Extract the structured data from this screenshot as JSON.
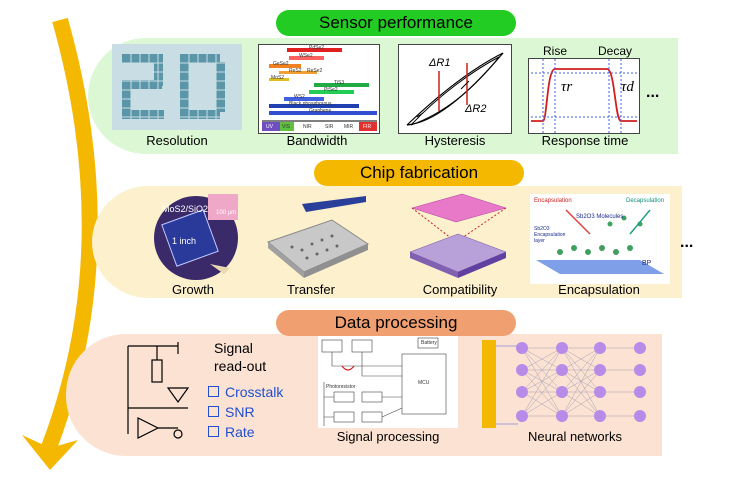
{
  "sections": {
    "sensor": {
      "title": "Sensor performance",
      "color": "#22cc22",
      "bg": "#dcf7d4",
      "items": [
        "Resolution",
        "Bandwidth",
        "Hysteresis",
        "Response time"
      ],
      "more": "...",
      "bandwidth_bands": [
        "UV",
        "VIS",
        "NIR",
        "SIR",
        "MIR",
        "FIR"
      ],
      "bandwidth_materials": [
        "PdSe2",
        "WSe2",
        "GeSe2",
        "ReS2",
        "ReSe2",
        "MoS2",
        "TiS3",
        "PtSe2",
        "WS2",
        "Black phosphorous",
        "Graphene"
      ],
      "hysteresis_labels": [
        "ΔR1",
        "ΔR2"
      ],
      "response_labels": [
        "Rise",
        "Decay",
        "τr",
        "τd"
      ]
    },
    "chip": {
      "title": "Chip fabrication",
      "color": "#f5b800",
      "bg": "#fdf0cc",
      "items": [
        "Growth",
        "Transfer",
        "Compatibility",
        "Encapsulation"
      ],
      "more": "...",
      "growth_labels": [
        "MoS2/SiO2",
        "1 inch",
        "100 μm"
      ],
      "encap_labels": [
        "Encapsulation",
        "Decapsulation",
        "Sb2O3 Molecules",
        "Sb2O3 Encapsulation layer",
        "BP"
      ]
    },
    "data": {
      "title": "Data processing",
      "color": "#f0a070",
      "bg": "#fce2d2",
      "signal_title_1": "Signal",
      "signal_title_2": "read-out",
      "checklist": [
        "Crosstalk",
        "SNR",
        "Rate"
      ],
      "items": [
        "Signal processing",
        "Neural networks"
      ],
      "sp_labels": [
        "Battery",
        "MCU",
        "Photoresistor"
      ]
    }
  },
  "resolution_text": "2D"
}
